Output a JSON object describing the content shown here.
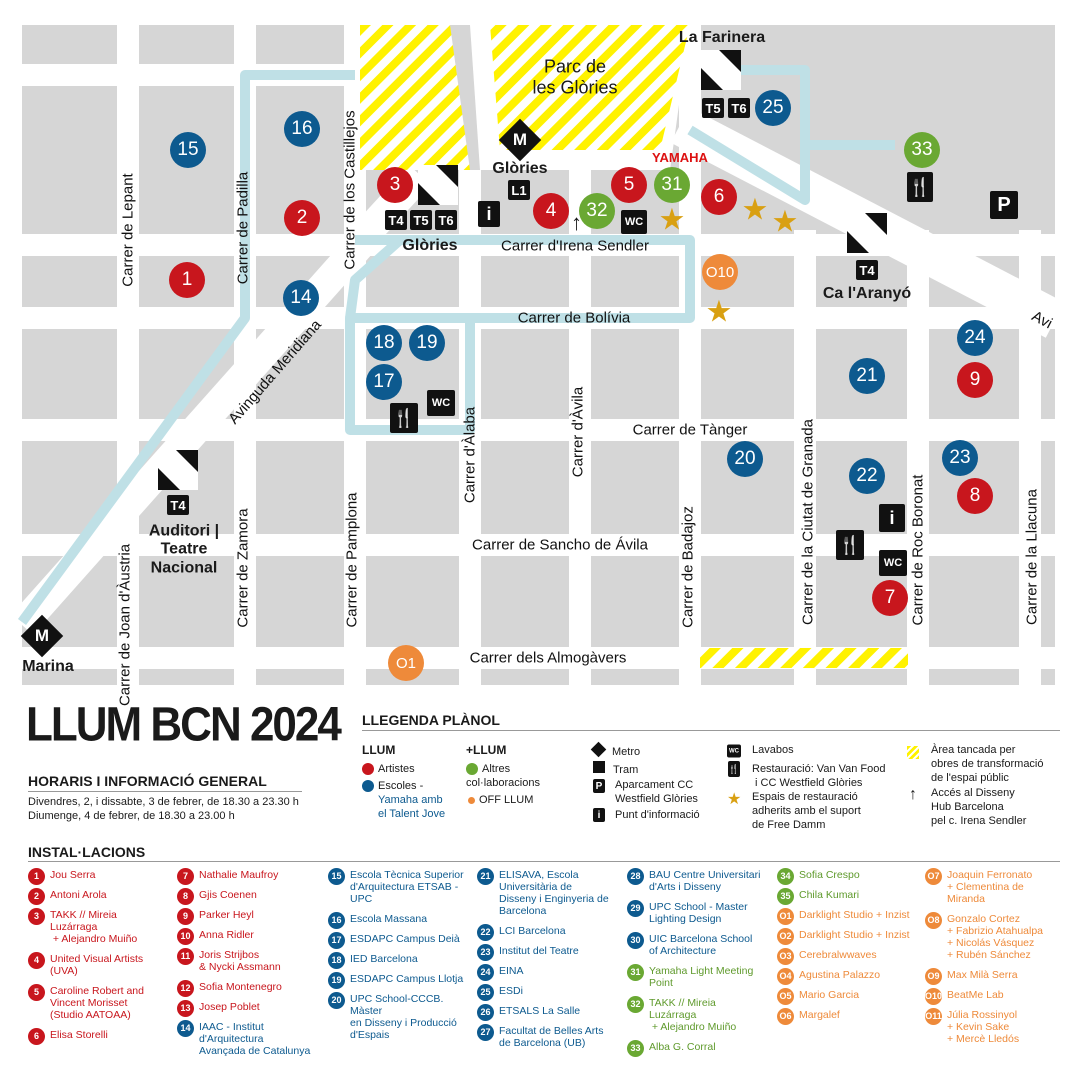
{
  "map": {
    "park": "Parc de\nles Glòries",
    "colors": {
      "artists": "#c8161d",
      "schools": "#0d5a8f",
      "collab": "#6aa833",
      "off": "#ee8a3a",
      "route": "#bfe0e6",
      "blocks": "#d6d6d6",
      "closed": "#fff200"
    },
    "streets": [
      "Carrer de Lepant",
      "Carrer de Padilla",
      "Carrer de los Castillejos",
      "Carrer d'Irena Sendler",
      "Carrer de Bolívia",
      "Avinguda Meridiana",
      "Carrer de Tànger",
      "Carrer d'Àlaba",
      "Carrer d'Àvila",
      "Carrer de la Ciutat de Granada",
      "Carrer de Roc Boronat",
      "Carrer de Sancho de Ávila",
      "Carrer de Badajoz",
      "Carrer de la Llacuna",
      "Carrer de Zamora",
      "Carrer de Pamplona",
      "Carrer dels Almogàvers",
      "Carrer de Joan d'Àustria",
      "Avi"
    ],
    "places": {
      "farinera": "La Farinera",
      "glories_tram": "Glòries",
      "glories_metro": "Glòries",
      "aranyo": "Ca l'Aranyó",
      "auditori": "Auditori |\nTeatre\nNacional",
      "marina": "Marina",
      "yamaha": "YAMAHA"
    },
    "lines": {
      "t4": "T4",
      "t5": "T5",
      "t6": "T6",
      "l1": "L1",
      "m": "M",
      "wc": "WC",
      "p": "P",
      "i": "i"
    },
    "markers": [
      "15",
      "16",
      "2",
      "1",
      "14",
      "3",
      "4",
      "5",
      "31",
      "32",
      "25",
      "33",
      "6",
      "O10",
      "18",
      "19",
      "17",
      "21",
      "24",
      "9",
      "20",
      "22",
      "23",
      "8",
      "7",
      "O1"
    ]
  },
  "header": {
    "title": "LLUM BCN 2024",
    "info_title": "HORARIS I INFORMACIÓ GENERAL",
    "info1": "Divendres, 2, i dissabte, 3 de febrer, de 18.30 a 23.30 h",
    "info2": "Diumenge, 4 de febrer, de 18.30 a 23.00 h"
  },
  "legend": {
    "title": "LLEGENDA PLÀNOL",
    "llum": "LLUM",
    "artists": "Artistes",
    "schools": "Escoles -",
    "schools2": "Yamaha amb\nel Talent Jove",
    "plus": "+LLUM",
    "collab": "Altres\ncol·laboracions",
    "off": "OFF LLUM",
    "metro": "Metro",
    "tram": "Tram",
    "parking": "Aparcament CC\nWestfield Glòries",
    "info": "Punt d'informació",
    "wc": "Lavabos",
    "food": "Restauració: Van Van Food\n i CC Westfield Glòries",
    "stars": "Espais de restauració\nadherits amb el suport\nde Free Damm",
    "closed": "Àrea tancada per\nobres de transformació\nde l'espai públic",
    "access": "Accés al Disseny\nHub Barcelona\npel c. Irena Sendler"
  },
  "installations": {
    "title": "INSTAL·LACIONS",
    "items": [
      {
        "n": "1",
        "t": "Jou Serra"
      },
      {
        "n": "2",
        "t": "Antoni Arola"
      },
      {
        "n": "3",
        "t": "TAKK // Mireia\nLuzárraga\n + Alejandro Muiño"
      },
      {
        "n": "4",
        "t": "United Visual Artists\n(UVA)"
      },
      {
        "n": "5",
        "t": "Caroline Robert and\nVincent Morisset\n(Studio AATOAA)"
      },
      {
        "n": "6",
        "t": "Elisa Storelli"
      },
      {
        "n": "7",
        "t": "Nathalie Maufroy"
      },
      {
        "n": "8",
        "t": "Gjis Coenen"
      },
      {
        "n": "9",
        "t": "Parker Heyl"
      },
      {
        "n": "10",
        "t": "Anna Ridler"
      },
      {
        "n": "11",
        "t": "Joris Strijbos\n& Nycki Assmann"
      },
      {
        "n": "12",
        "t": "Sofia Montenegro"
      },
      {
        "n": "13",
        "t": "Josep Poblet"
      },
      {
        "n": "14",
        "t": "IAAC - Institut\nd'Arquitectura\nAvançada de Catalunya"
      },
      {
        "n": "15",
        "t": "Escola Tècnica Superior\nd'Arquitectura ETSAB -\nUPC"
      },
      {
        "n": "16",
        "t": "Escola Massana"
      },
      {
        "n": "17",
        "t": "ESDAPC Campus Deià"
      },
      {
        "n": "18",
        "t": "IED Barcelona"
      },
      {
        "n": "19",
        "t": "ESDAPC Campus Llotja"
      },
      {
        "n": "20",
        "t": "UPC School-CCCB.\nMàster\nen Disseny i Producció\nd'Espais"
      },
      {
        "n": "21",
        "t": "ELISAVA, Escola\nUniversitària de\nDisseny i Enginyeria de\nBarcelona"
      },
      {
        "n": "22",
        "t": "LCI Barcelona"
      },
      {
        "n": "23",
        "t": "Institut del Teatre"
      },
      {
        "n": "24",
        "t": "EINA"
      },
      {
        "n": "25",
        "t": "ESDi"
      },
      {
        "n": "26",
        "t": "ETSALS La Salle"
      },
      {
        "n": "27",
        "t": "Facultat de Belles Arts\nde Barcelona (UB)"
      },
      {
        "n": "28",
        "t": "BAU Centre Universitari\nd'Arts i Disseny"
      },
      {
        "n": "29",
        "t": "UPC School - Master\nLighting Design"
      },
      {
        "n": "30",
        "t": "UIC Barcelona School\nof Architecture"
      },
      {
        "n": "31",
        "t": "Yamaha Light Meeting\nPoint"
      },
      {
        "n": "32",
        "t": "TAKK // Mireia\nLuzárraga\n + Alejandro Muiño"
      },
      {
        "n": "33",
        "t": "Alba G. Corral"
      },
      {
        "n": "34",
        "t": "Sofia Crespo"
      },
      {
        "n": "35",
        "t": "Chila Kumari"
      },
      {
        "n": "O1",
        "t": "Darklight Studio + Inzist"
      },
      {
        "n": "O2",
        "t": "Darklight Studio + Inzist"
      },
      {
        "n": "O3",
        "t": "Cerebralwwaves"
      },
      {
        "n": "O4",
        "t": "Agustina Palazzo"
      },
      {
        "n": "O5",
        "t": "Mario Garcia"
      },
      {
        "n": "O6",
        "t": "Margalef"
      },
      {
        "n": "O7",
        "t": "Joaquin Ferronato\n+ Clementina de\nMiranda"
      },
      {
        "n": "O8",
        "t": "Gonzalo Cortez\n+ Fabrizio Atahualpa\n+ Nicolás Vásquez\n+ Rubén Sánchez"
      },
      {
        "n": "O9",
        "t": "Max Milà Serra"
      },
      {
        "n": "O10",
        "t": "BeatMe Lab"
      },
      {
        "n": "O11",
        "t": "Júlia Rossinyol\n+ Kevin Sake\n+ Mercè Lledós"
      }
    ]
  }
}
